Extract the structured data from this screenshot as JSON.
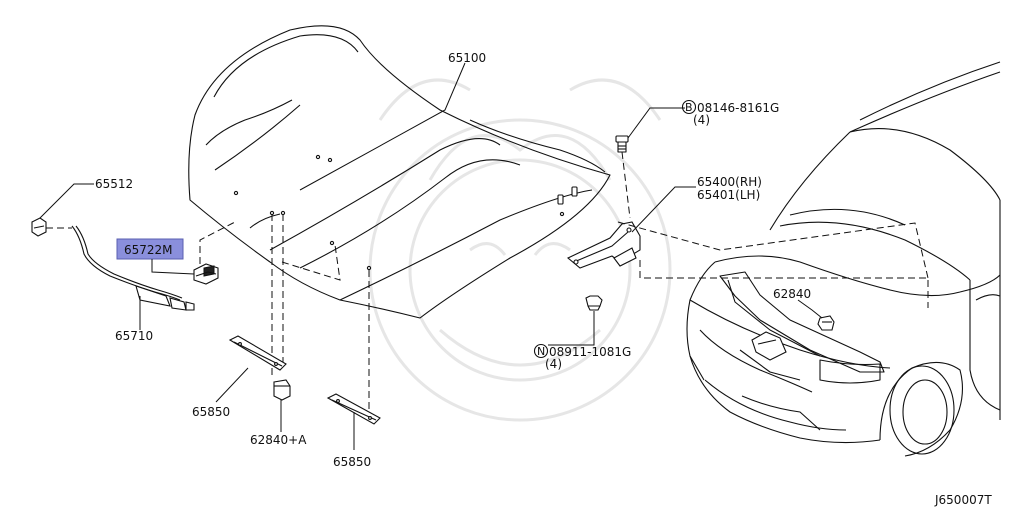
{
  "labels": {
    "hood": "65100",
    "bolt": "08146-8161G",
    "bolt_qty": "(4)",
    "bolt_prefix": "B",
    "hinge_rh": "65400(RH)",
    "hinge_lh": "65401(LH)",
    "clip": "65512",
    "lock": "65722M",
    "cable": "65710",
    "nut": "08911-1081G",
    "nut_qty": "(4)",
    "nut_prefix": "N",
    "bumper_right": "62840",
    "bumper_left": "62840+A",
    "seal_left": "65850",
    "seal_right": "65850",
    "diagram_code": "J650007T"
  },
  "colors": {
    "highlight": "#8a8fdc",
    "line": "#111111",
    "watermark": "#e6e6e6"
  }
}
